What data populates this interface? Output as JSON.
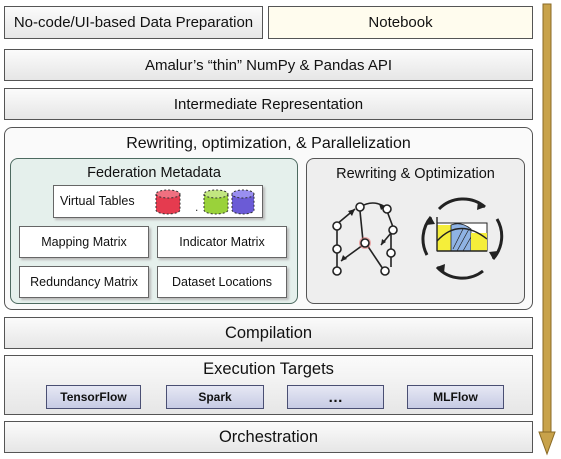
{
  "top": {
    "nocode": "No-code/UI-based Data Preparation",
    "notebook": "Notebook"
  },
  "api": "Amalur’s “thin” NumPy & Pandas API",
  "ir": "Intermediate Representation",
  "rewriting": {
    "title": "Rewriting, optimization, & Parallelization",
    "federation": {
      "title": "Federation Metadata",
      "virtual_tables": "Virtual Tables",
      "mapping_matrix": "Mapping Matrix",
      "indicator_matrix": "Indicator Matrix",
      "redundancy_matrix": "Redundancy Matrix",
      "dataset_locations": "Dataset Locations"
    },
    "optimization": {
      "title": "Rewriting & Optimization"
    }
  },
  "compilation": "Compilation",
  "execution": {
    "title": "Execution Targets",
    "targets": [
      "TensorFlow",
      "Spark",
      "…",
      "MLFlow"
    ]
  },
  "orchestration": "Orchestration",
  "colors": {
    "table_red": "#e53b4f",
    "table_green": "#9ad23a",
    "table_blue": "#6b5bd6",
    "arrow": "#c8a24a",
    "highlight_yellow": "#f5ee3a",
    "highlight_blue": "#8fb3e3"
  }
}
